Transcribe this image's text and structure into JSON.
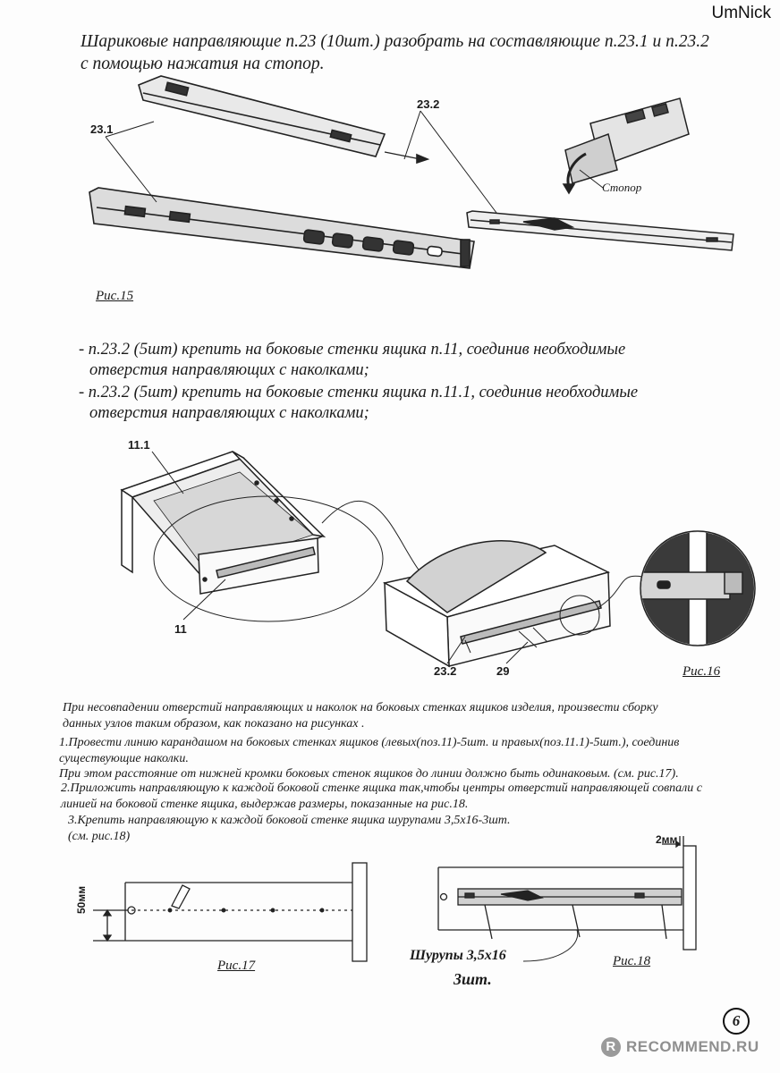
{
  "watermark_user": "UmNick",
  "heading": {
    "line1": "Шариковые направляющие п.23 (10шт.) разобрать на составляющие п.23.1 и п.23.2",
    "line2": "с помощью нажатия на стопор."
  },
  "fig15": {
    "label_231": "23.1",
    "label_232": "23.2",
    "stopor": "Стопор",
    "caption": "Рис.15"
  },
  "bullets": {
    "b1_line1": "- п.23.2 (5шт) крепить на боковые стенки ящика п.11, соединив необходимые",
    "b1_line2": "отверстия направляющих с наколками;",
    "b2_line1": "- п.23.2 (5шт) крепить на боковые стенки ящика п.11.1, соединив необходимые",
    "b2_line2": "отверстия направляющих с наколками;"
  },
  "fig16": {
    "label_111": "11.1",
    "label_11": "11",
    "label_232": "23.2",
    "label_29": "29",
    "caption": "Рис.16"
  },
  "notes": {
    "p1_line1": "При несовпадении отверстий направляющих и наколок на боковых стенках ящиков изделия, произвести сборку",
    "p1_line2": "данных узлов таким образом, как показано на рисунках .",
    "s1_line1": "1.Провести линию карандашом на боковых стенках ящиков (левых(поз.11)-5шт. и правых(поз.11.1)-5шт.), соединив",
    "s1_line2": "существующие наколки.",
    "s1_line3": "При этом расстояние от нижней кромки боковых стенок ящиков до линии должно быть одинаковым. (см. рис.17).",
    "s2_line1": "2.Приложить направляющую к каждой боковой стенке ящика так,чтобы центры отверстий направляющей совпали с",
    "s2_line2": "линией на боковой стенке ящика, выдержав размеры, показанные на рис.18.",
    "s3_line1": "3.Крепить направляющую к каждой боковой стенке ящика шурупами 3,5х16-3шт.",
    "s3_line2": "(см. рис.18)"
  },
  "fig17": {
    "dim": "50мм",
    "caption": "Рис.17"
  },
  "fig18": {
    "dim": "2мм",
    "screws_line1": "Шурупы 3,5х16",
    "screws_line2": "3шт.",
    "caption": "Рис.18"
  },
  "page_number": "6",
  "site_logo": "RECOMMEND.RU"
}
